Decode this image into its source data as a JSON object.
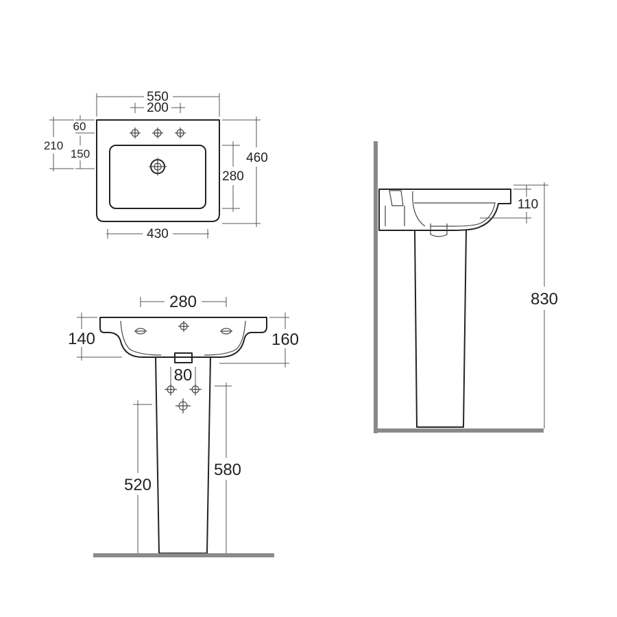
{
  "top_view": {
    "width_overall": "550",
    "tap_spacing": "200",
    "back_to_taps": "60",
    "back_to_bowl": "210",
    "bowl_front_offset": "150",
    "depth_overall": "460",
    "bowl_depth": "280",
    "bowl_width": "430"
  },
  "front_view": {
    "tap_spacing": "280",
    "basin_height_left": "140",
    "basin_height_right": "160",
    "waste_width": "80",
    "pedestal_height": "580",
    "floor_to_waste": "520"
  },
  "side_view": {
    "rim_depth": "110",
    "overall_height": "830"
  }
}
